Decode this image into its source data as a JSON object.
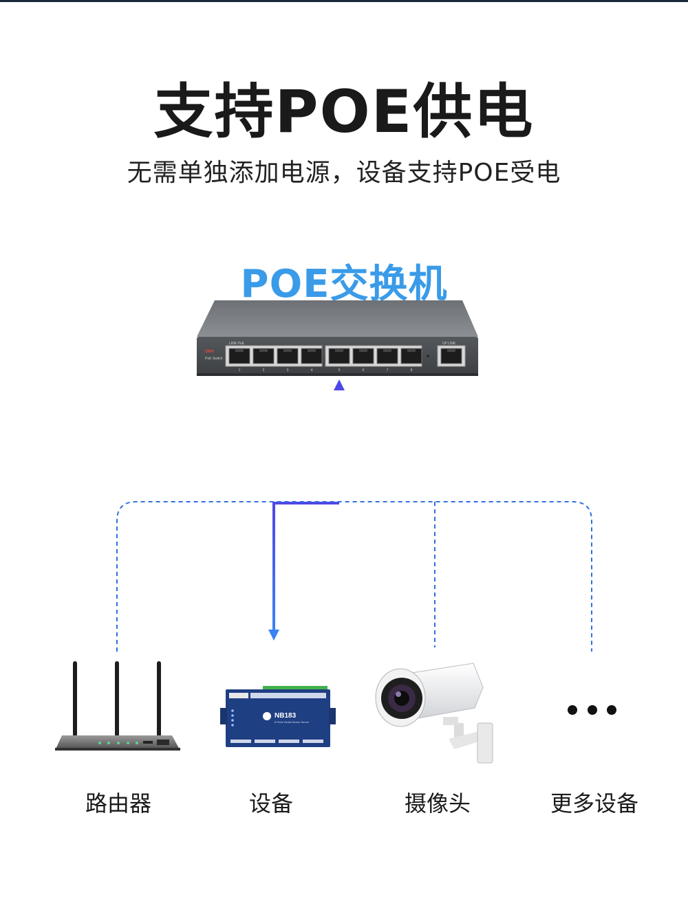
{
  "header": {
    "title": "支持POE供电",
    "subtitle": "无需单独添加电源，设备支持POE受电"
  },
  "switch": {
    "label": "POE交换机",
    "brand": "ONV",
    "model_text": "PoE Switch",
    "port_header_left": "LINK   PoE",
    "port_header_right": "UP  LINK",
    "port_numbers": [
      "1",
      "2",
      "3",
      "4",
      "5",
      "6",
      "7",
      "8"
    ]
  },
  "devices": [
    {
      "label": "路由器",
      "icon": "router-icon"
    },
    {
      "label": "设备",
      "icon": "serial-server-icon",
      "device_text": "NB183",
      "device_subtext": "8 Ports Serial Device Server"
    },
    {
      "label": "摄像头",
      "icon": "camera-icon"
    },
    {
      "label": "更多设备",
      "icon": "more-icon"
    }
  ],
  "colors": {
    "title": "#1a1a1a",
    "switch_label": "#3a9be8",
    "arrow": "#3b82f6",
    "dashed_line": "#2f6fe0"
  }
}
